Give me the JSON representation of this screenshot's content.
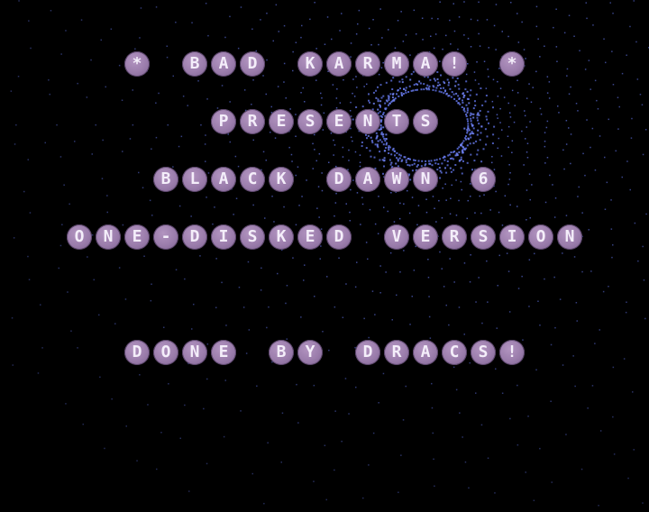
{
  "screen": {
    "background": "#000000",
    "orb_color": "#9a7cab",
    "glyph_color": "#f4eefa",
    "star_color": "#5a6cd8"
  },
  "intro": {
    "lines": [
      "* BAD KARMA! *",
      "PRESENTS",
      "BLACK DAWN 6",
      "ONE-DISKED VERSION",
      "DONE BY DRACS!"
    ]
  }
}
